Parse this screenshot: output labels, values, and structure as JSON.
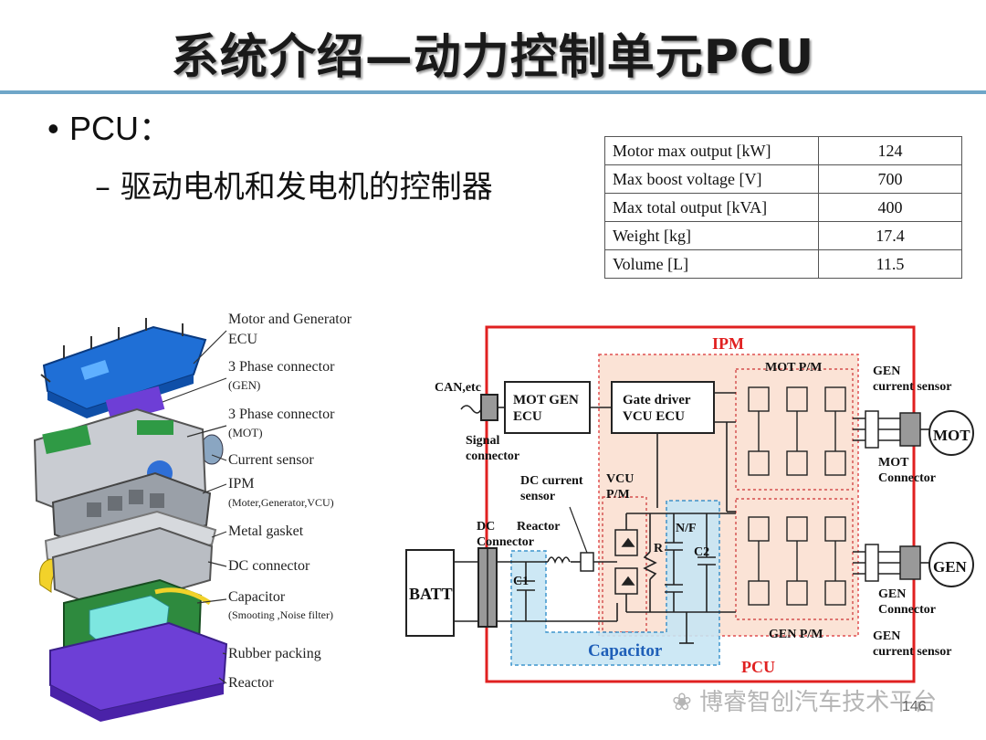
{
  "slide": {
    "title": "系统介绍—动力控制单元PCU",
    "bullet": "PCU：",
    "sub_bullet_dash": "–",
    "sub_bullet": "驱动电机和发电机的控制器",
    "page_number": "146",
    "watermark": "博睿智创汽车技术平台"
  },
  "spec_table": [
    {
      "label": "Motor max output [kW]",
      "value": "124"
    },
    {
      "label": "Max boost voltage [V]",
      "value": "700"
    },
    {
      "label": "Max total output [kVA]",
      "value": "400"
    },
    {
      "label": "Weight [kg]",
      "value": "17.4"
    },
    {
      "label": "Volume [L]",
      "value": "11.5"
    }
  ],
  "exploded_view": {
    "labels": [
      {
        "line1": "Motor and Generator",
        "line2": "ECU"
      },
      {
        "line1": "3 Phase connector",
        "line2": "(GEN)"
      },
      {
        "line1": "3 Phase connector",
        "line2": "(MOT)"
      },
      {
        "line1": "Current sensor",
        "line2": ""
      },
      {
        "line1": "IPM",
        "line2": "(Moter,Generator,VCU)"
      },
      {
        "line1": "Metal gasket",
        "line2": ""
      },
      {
        "line1": "DC   connector",
        "line2": ""
      },
      {
        "line1": "Capacitor",
        "line2": "(Smooting ,Noise filter)"
      },
      {
        "line1": "Rubber packing",
        "line2": ""
      },
      {
        "line1": "Reactor",
        "line2": ""
      }
    ]
  },
  "circuit": {
    "ipm": "IPM",
    "pcu": "PCU",
    "mot_pm": "MOT P/M",
    "gen_pm": "GEN P/M",
    "vcu_pm": "VCU\nP/M",
    "can": "CAN,etc",
    "signal_connector": "Signal\nconnector",
    "mot_gen_ecu": "MOT  GEN\nECU",
    "gate_driver": "Gate driver\nVCU ECU",
    "dc_current_sensor": "DC  current\nsensor",
    "reactor": "Reactor",
    "dc_connector": "DC\nConnector",
    "batt": "BATT",
    "c1": "C1",
    "c2": "C2",
    "r": "R",
    "nf": "N/F",
    "capacitor": "Capacitor",
    "gen_current_sensor_top": "GEN\ncurrent sensor",
    "mot": "MOT",
    "mot_connector": "MOT\nConnector",
    "gen": "GEN",
    "gen_connector": "GEN\nConnector",
    "gen_current_sensor_bottom": "GEN\ncurrent sensor"
  }
}
